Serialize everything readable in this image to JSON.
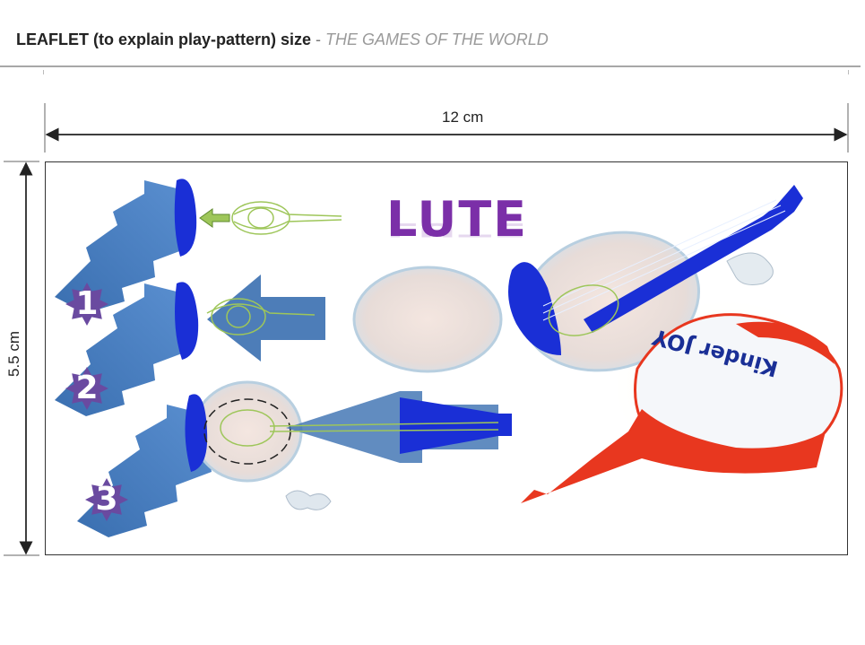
{
  "header": {
    "title_bold": "LEAFLET (to explain play-pattern) size",
    "separator": " - ",
    "subtitle": "THE GAMES OF THE WORLD"
  },
  "dimensions": {
    "width_label": "12 cm",
    "height_label": "5.5 cm"
  },
  "leaflet": {
    "product_title": "LUTE",
    "steps": [
      "1",
      "2",
      "3"
    ],
    "brand_text": "Kinder JOY"
  },
  "colors": {
    "accent_purple": "#7b2fa8",
    "blue": "#1a2fd6",
    "arrow_blue": "#3a6fb0",
    "red": "#e8371f",
    "outline_green": "#9ec65a"
  }
}
